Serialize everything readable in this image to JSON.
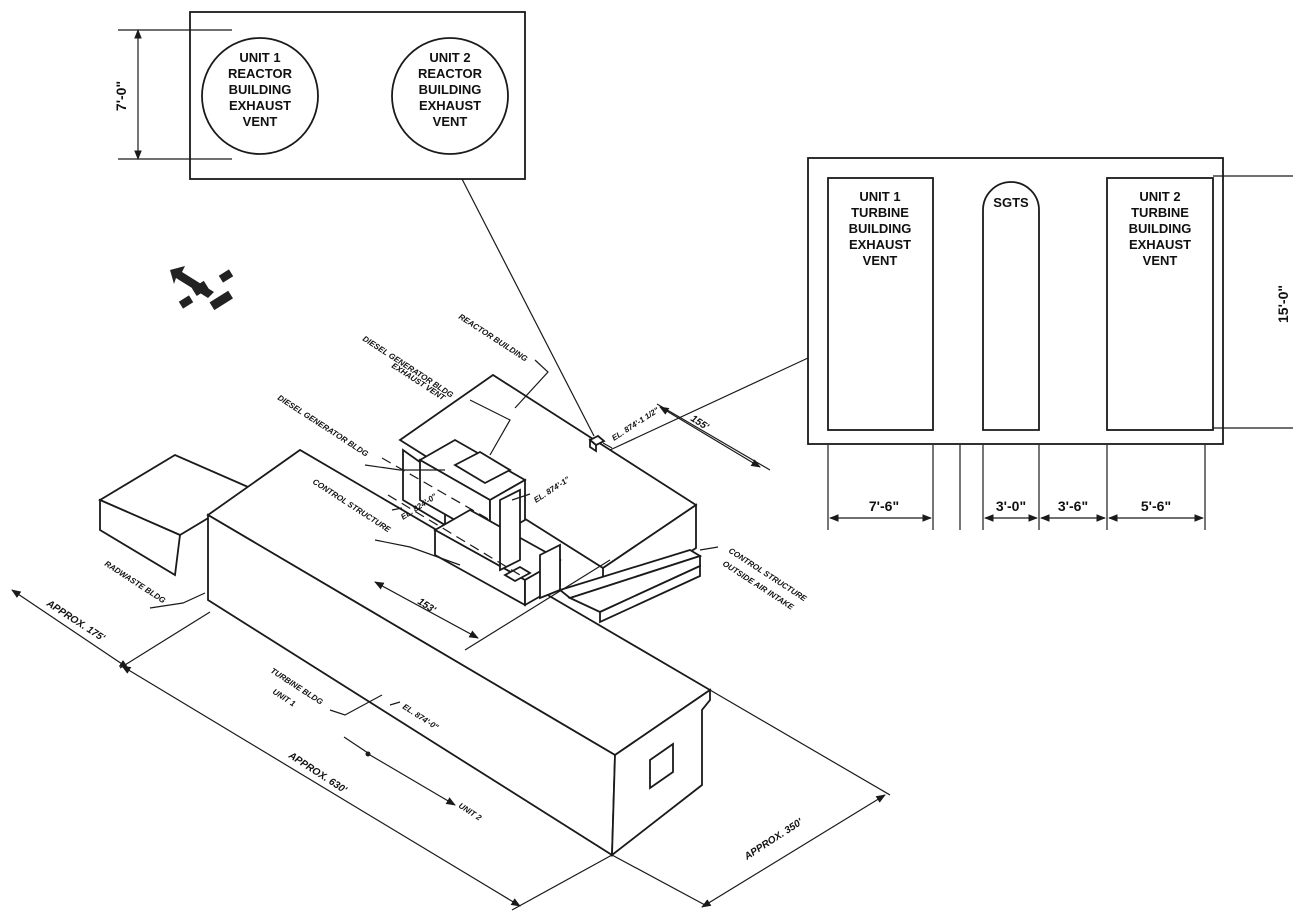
{
  "top_inset": {
    "dimension": "7'-0\"",
    "vents": [
      [
        "UNIT 1",
        "REACTOR",
        "BUILDING",
        "EXHAUST",
        "VENT"
      ],
      [
        "UNIT 2",
        "REACTOR",
        "BUILDING",
        "EXHAUST",
        "VENT"
      ]
    ]
  },
  "right_inset": {
    "vents": [
      [
        "UNIT 1",
        "TURBINE",
        "BUILDING",
        "EXHAUST",
        "VENT"
      ],
      [
        "UNIT 2",
        "TURBINE",
        "BUILDING",
        "EXHAUST",
        "VENT"
      ]
    ],
    "sgts_label": "SGTS",
    "dimensions": [
      "7'-6\"",
      "3'-0\"",
      "3'-6\"",
      "5'-6\""
    ],
    "side_dimension": "15'-0\""
  },
  "isometric": {
    "reactor_building": "REACTOR BUILDING",
    "dg_exhaust": [
      "DIESEL GENERATOR BLDG",
      "EXHAUST VENT"
    ],
    "dg_bldg": "DIESEL GENERATOR BLDG",
    "control_structure": "CONTROL STRUCTURE",
    "control_intake": [
      "CONTROL STRUCTURE",
      "OUTSIDE AIR INTAKE"
    ],
    "radwaste": "RADWASTE BLDG",
    "turbine_bldg": "TURBINE BLDG",
    "unit_1": "UNIT 1",
    "unit_2": "UNIT 2",
    "el_vent": "EL. 874'-1 1/2\"",
    "el_dg": "EL. 874'-1\"",
    "el_control": "EL. 824'-0\"",
    "el_turbine": "EL. 874'-0\"",
    "dim_155": "155'",
    "dim_153": "153'",
    "approx_175": "APPROX. 175'",
    "approx_630": "APPROX. 630'",
    "approx_350": "APPROX. 350'"
  }
}
